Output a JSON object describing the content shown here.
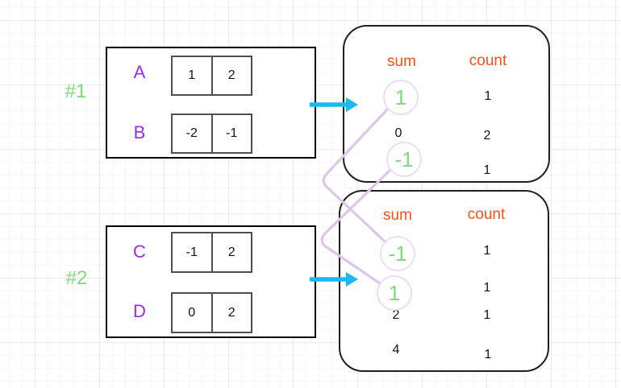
{
  "palette": {
    "group_label_green": "#7ed87e",
    "array_letter_purple": "#9b2af0",
    "table_header_orange": "#fb4f14",
    "highlight_green": "#7ed87e",
    "connector_lavender": "#dcc6ec",
    "circle_stroke": "#ecdcf7",
    "arrow_cyan": "#1cb8ee",
    "text_black": "#141414"
  },
  "groups": [
    {
      "label": "#1",
      "arrays": [
        {
          "name": "A",
          "cells": [
            "1",
            "2"
          ]
        },
        {
          "name": "B",
          "cells": [
            "-2",
            "-1"
          ]
        }
      ],
      "table": {
        "sum_header": "sum",
        "count_header": "count",
        "rows": [
          {
            "sum": "1",
            "count": "1",
            "highlighted": true
          },
          {
            "sum": "0",
            "count": "2",
            "highlighted": false
          },
          {
            "sum": "-1",
            "count": "1",
            "highlighted": true
          }
        ]
      }
    },
    {
      "label": "#2",
      "arrays": [
        {
          "name": "C",
          "cells": [
            "-1",
            "2"
          ]
        },
        {
          "name": "D",
          "cells": [
            "0",
            "2"
          ]
        }
      ],
      "table": {
        "sum_header": "sum",
        "count_header": "count",
        "rows": [
          {
            "sum": "-1",
            "count": "1",
            "highlighted": true
          },
          {
            "sum": "1",
            "count": "1",
            "highlighted": true
          },
          {
            "sum": "2",
            "count": "1",
            "highlighted": false
          },
          {
            "sum": "4",
            "count": "1",
            "highlighted": false
          }
        ]
      }
    }
  ],
  "connections": [
    {
      "from": "group1 sum 1",
      "to": "group2 sum -1"
    },
    {
      "from": "group1 sum -1",
      "to": "group2 sum 1"
    }
  ]
}
